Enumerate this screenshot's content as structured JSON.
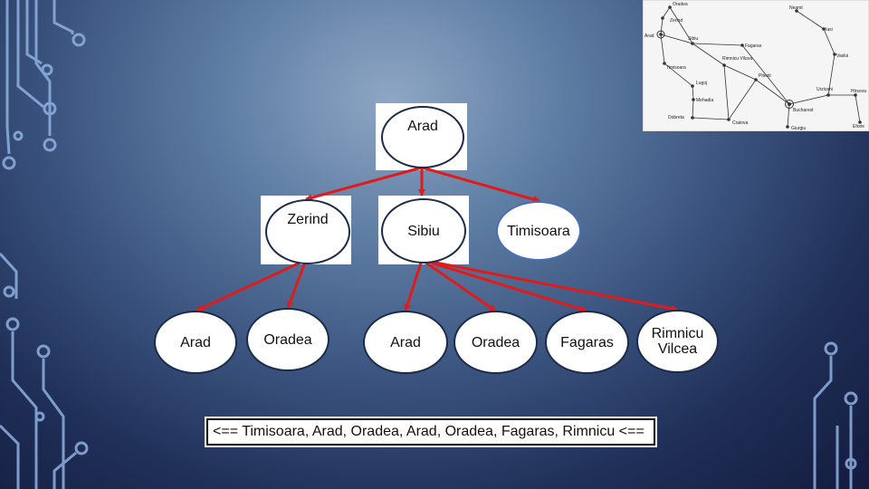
{
  "tree": {
    "root": {
      "label": "Arad"
    },
    "level1": [
      {
        "label": "Zerind"
      },
      {
        "label": "Sibiu"
      },
      {
        "label": "Timisoara"
      }
    ],
    "level2": [
      {
        "label": "Arad"
      },
      {
        "label": "Oradea"
      },
      {
        "label": "Arad"
      },
      {
        "label": "Oradea"
      },
      {
        "label": "Fagaras"
      },
      {
        "label": "Rimnicu Vilcea"
      }
    ]
  },
  "summary": "<== Timisoara, Arad, Oradea, Arad, Oradea, Fagaras, Rimnicu <==",
  "map": {
    "cities": [
      {
        "label": "Oradea"
      },
      {
        "label": "Neamt"
      },
      {
        "label": "Zerind"
      },
      {
        "label": "Iasi"
      },
      {
        "label": "Arad"
      },
      {
        "label": "Sibiu"
      },
      {
        "label": "Fagaras"
      },
      {
        "label": "Vaslui"
      },
      {
        "label": "Timisoara"
      },
      {
        "label": "Rimnicu Vilcea"
      },
      {
        "label": "Lugoj"
      },
      {
        "label": "Pitesti"
      },
      {
        "label": "Hirsova"
      },
      {
        "label": "Mehadia"
      },
      {
        "label": "Urziceni"
      },
      {
        "label": "Bucharest"
      },
      {
        "label": "Dobreta"
      },
      {
        "label": "Craiova"
      },
      {
        "label": "Eforie"
      },
      {
        "label": "Giurgiu"
      }
    ]
  },
  "colors": {
    "edge": "#e01b1b",
    "node_border": "#1c2b4a",
    "highlight_border": "#4a6fb5",
    "circuit": "#8fb0e0"
  }
}
